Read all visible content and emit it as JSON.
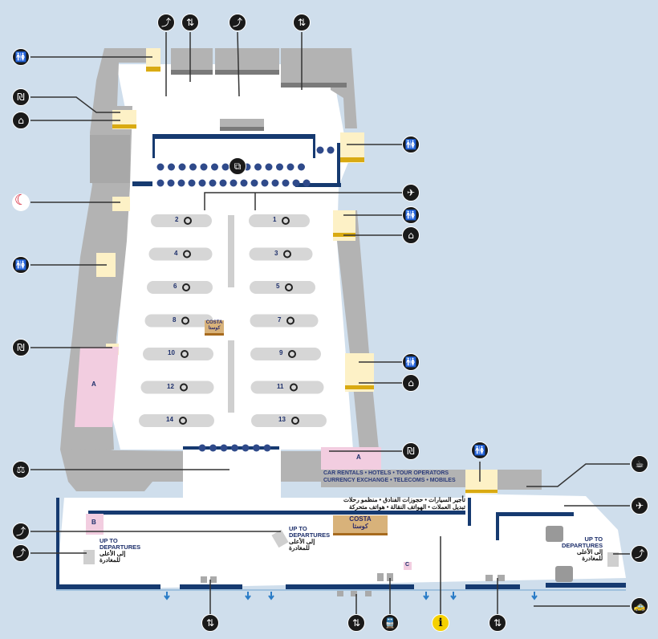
{
  "map": {
    "title": "Airport Arrivals Terminal Floor Plan",
    "colors": {
      "background": "#cfdeec",
      "floor": "#ffffff",
      "shop": "#b3b3b3",
      "shop_dark": "#7a7a7a",
      "toilet_block": "#fdf1c6",
      "toilet_edge": "#d9aa12",
      "pink_zone": "#f2cde0",
      "wall": "#163a70",
      "belt": "#d6d6d6",
      "icon": "#1a1a1a",
      "info": "#f5d000",
      "red_crescent": "#d4142a",
      "costa": "#d8b27a"
    },
    "baggage_belts": {
      "left": [
        "2",
        "4",
        "6",
        "8",
        "10",
        "12",
        "14"
      ],
      "right": [
        "1",
        "3",
        "5",
        "7",
        "9",
        "11",
        "13"
      ]
    },
    "zone_labels": {
      "left_pink": "A",
      "right_pink": "A",
      "bottom_left_pink": "B",
      "bottom_pink": "C"
    },
    "services": {
      "english_line1": "CAR RENTALS • HOTELS • TOUR OPERATORS",
      "english_line2": "CURRENCY EXCHANGE • TELECOMS • MOBILES",
      "arabic_line1": "تأجير السيارات • حجوزات الفنادق • منظمو رحلات",
      "arabic_line2": "تبديل العملات • الهواتف النقالة • هواتف متحركة"
    },
    "costa_center": {
      "line1": "COSTA",
      "line2": "كوستا"
    },
    "costa_bottom": {
      "line1": "COSTA",
      "line2": "كوستا"
    },
    "departures_labels": [
      {
        "en1": "UP TO",
        "en2": "DEPARTURES",
        "ar1": "إلى الأعلى",
        "ar2": "للمغادرة"
      },
      {
        "en1": "UP TO",
        "en2": "DEPARTURES",
        "ar1": "إلى الأعلى",
        "ar2": "للمغادرة"
      },
      {
        "en1": "UP TO",
        "en2": "DEPARTURES",
        "ar1": "إلى الأعلى",
        "ar2": "للمغادرة"
      }
    ],
    "legend_icons": {
      "escalator": "escalator-icon",
      "lift": "lift-icon",
      "toilets": "toilets-icon",
      "baby_change": "baby-change-icon",
      "prayer": "prayer-room-icon",
      "red_crescent": "red-crescent-icon",
      "transfers": "transfer-flight-icon",
      "customs": "customs-icon",
      "baggage": "baggage-reclaim-icon",
      "info": "information-icon",
      "taxi": "taxi-icon",
      "train": "train-icon",
      "money": "money-exchange-icon",
      "passport": "passport-control-icon"
    },
    "info_glyph": "i",
    "crescent_glyph": "☾"
  }
}
